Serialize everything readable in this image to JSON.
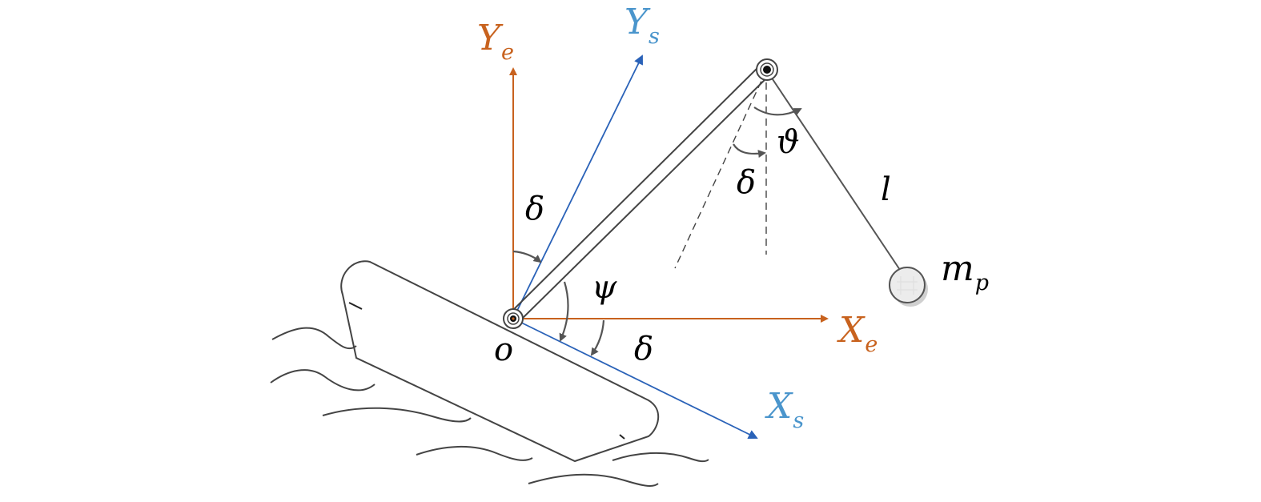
{
  "colors": {
    "earth_frame": "#c8621e",
    "ship_frame": "#2a62b8",
    "ship_label": "#4a95cc",
    "line": "#555555",
    "ink": "#000000"
  },
  "labels": {
    "Ye": {
      "main": "Y",
      "sub": "e"
    },
    "Ys": {
      "main": "Y",
      "sub": "s"
    },
    "Xe": {
      "main": "X",
      "sub": "e"
    },
    "Xs": {
      "main": "X",
      "sub": "s"
    },
    "origin": "o",
    "delta": "δ",
    "psi": "ψ",
    "theta": "ϑ",
    "length": "l",
    "mass": {
      "main": "m",
      "sub": "p"
    }
  }
}
